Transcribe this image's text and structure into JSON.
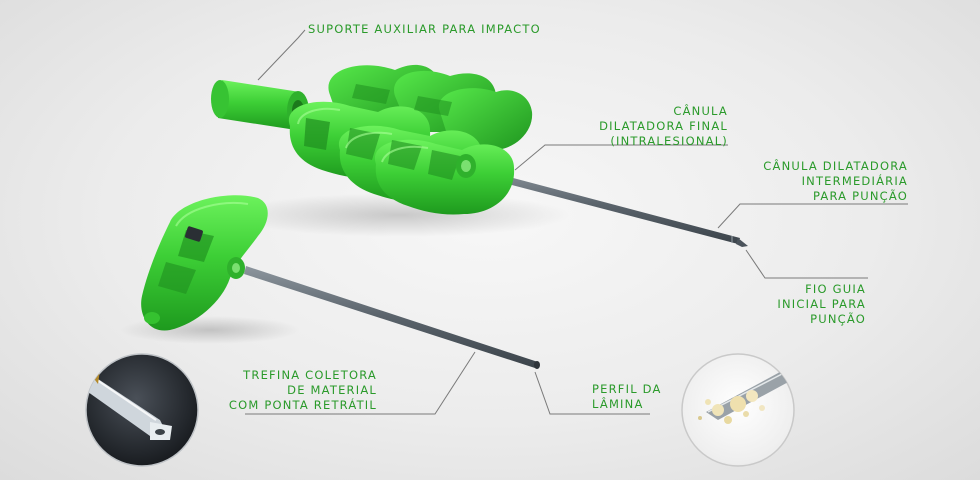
{
  "labels": {
    "suporte": "SUPORTE AUXILIAR PARA IMPACTO",
    "canula_final": "CÂNULA\nDILATADORA FINAL\n(INTRALESIONAL)",
    "canula_intermediaria": "CÂNULA DILATADORA\nINTERMEDIÁRIA\nPARA PUNÇÃO",
    "fio_guia": "FIO GUIA\nINICIAL PARA\nPUNÇÃO",
    "trefina": "TREFINA COLETORA\nDE MATERIAL\nCOM PONTA RETRÁTIL",
    "perfil": "PERFIL DA\nLÂMINA"
  },
  "colors": {
    "label_text": "#2a9a2a",
    "leader_line": "#7a7a7a",
    "handle_green": "#3ed03a",
    "handle_dark": "#1f8f1f",
    "needle": "#5c6670"
  },
  "icons": {
    "detail_left": "retractable-tip-closeup",
    "detail_right": "blade-profile-closeup"
  }
}
